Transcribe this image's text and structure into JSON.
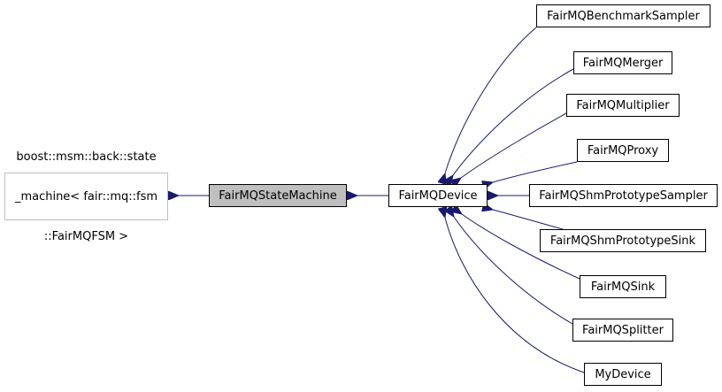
{
  "diagram": {
    "base_class": {
      "lines": [
        "boost::msm::back::state",
        "_machine< fair::mq::fsm",
        "::FairMQFSM >"
      ]
    },
    "state_machine": {
      "label": "FairMQStateMachine"
    },
    "device": {
      "label": "FairMQDevice"
    },
    "derived": {
      "benchmark_sampler": "FairMQBenchmarkSampler",
      "merger": "FairMQMerger",
      "multiplier": "FairMQMultiplier",
      "proxy": "FairMQProxy",
      "shm_prototype_sampler": "FairMQShmPrototypeSampler",
      "shm_prototype_sink": "FairMQShmPrototypeSink",
      "sink": "FairMQSink",
      "splitter": "FairMQSplitter",
      "my_device": "MyDevice"
    },
    "colors": {
      "edge": "#191970",
      "node_border": "#000000",
      "external_border": "#bfbfbf",
      "current_fill": "#bfbfbf"
    }
  }
}
